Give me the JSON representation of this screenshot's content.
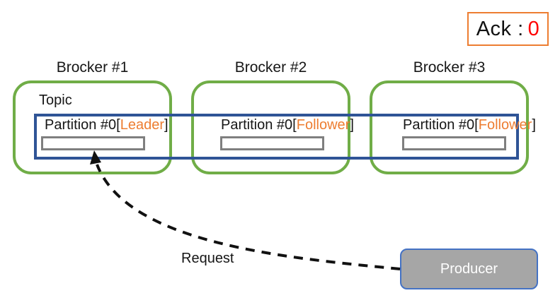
{
  "ack": {
    "label": "Ack :",
    "value": "0"
  },
  "topic_label": "Topic",
  "brokers": [
    {
      "name": "Brocker #1",
      "partition": {
        "prefix": "Partition #0[",
        "role": "Leader",
        "suffix": "]"
      }
    },
    {
      "name": "Brocker #2",
      "partition": {
        "prefix": "Partition #0[",
        "role": "Follower",
        "suffix": "]"
      }
    },
    {
      "name": "Brocker #3",
      "partition": {
        "prefix": "Partition #0[",
        "role": "Follower",
        "suffix": "]"
      }
    }
  ],
  "arrow_label": "Request",
  "producer_label": "Producer",
  "colors": {
    "broker_border_green": "#70AD47",
    "topic_border_blue": "#2F5496",
    "role_orange": "#ED7D31",
    "ack_border_orange": "#ED7D31",
    "ack_value_red": "#FF0000",
    "partition_bar_border_gray": "#7F7F7F",
    "producer_fill_gray": "#A6A6A6",
    "producer_border_blue": "#4472C4",
    "arrow_black": "#111111"
  }
}
